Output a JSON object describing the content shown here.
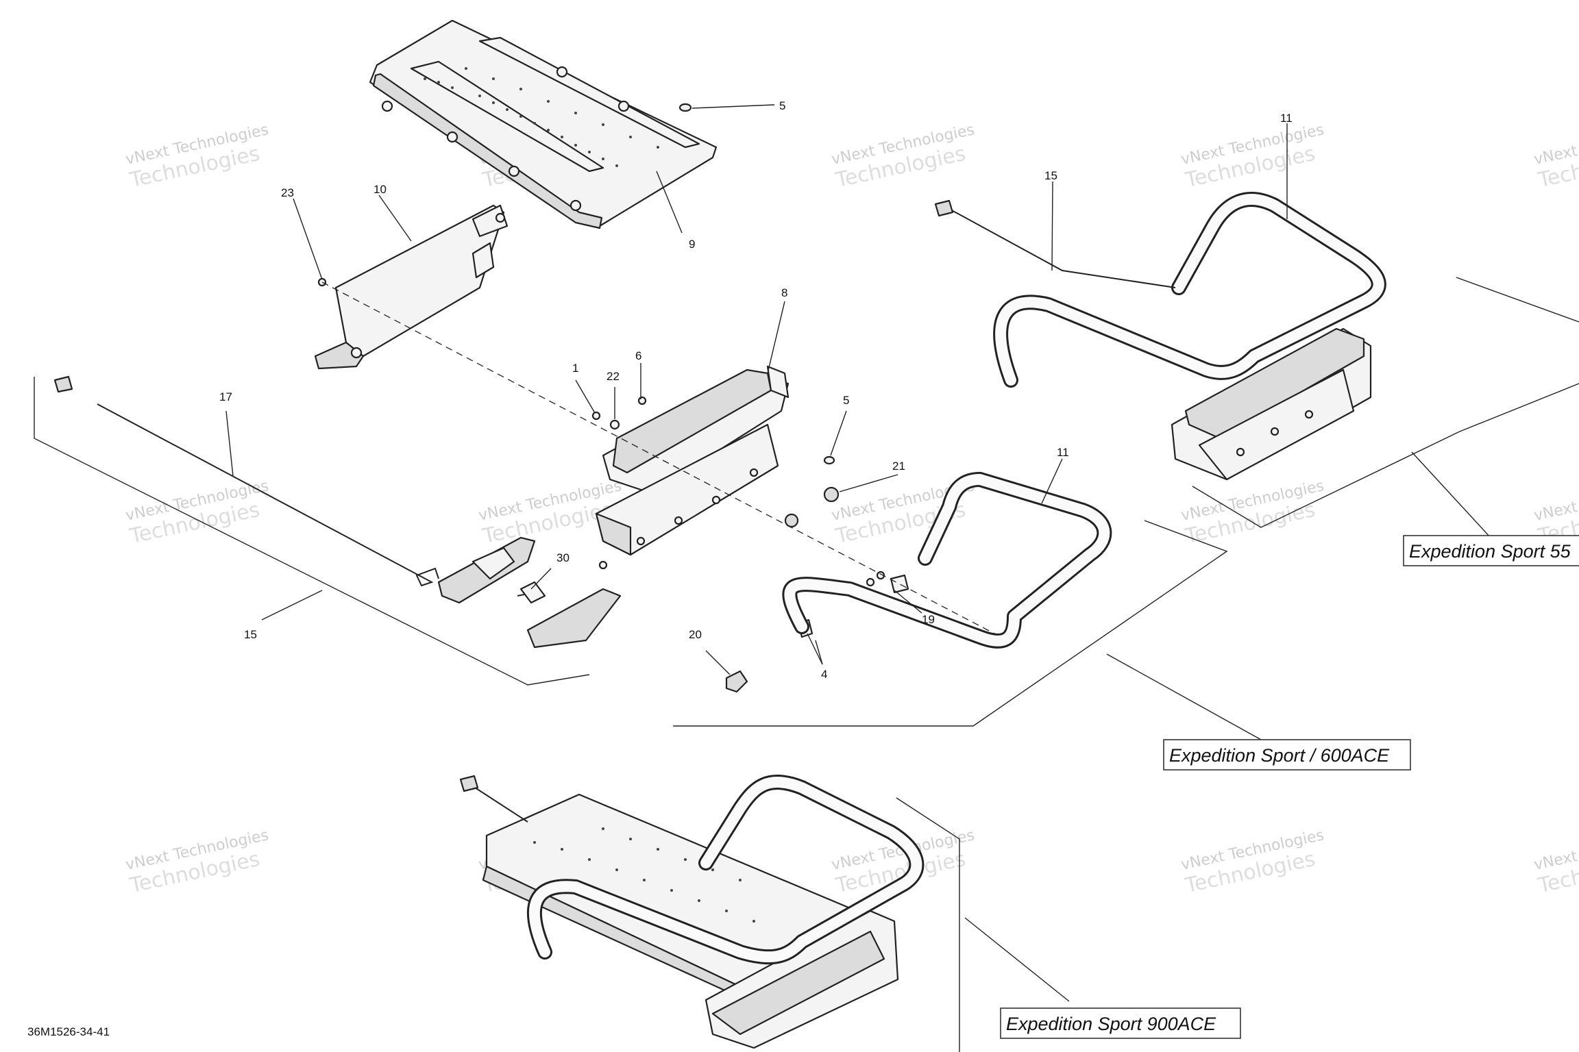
{
  "callouts": [
    "5",
    "11",
    "15",
    "23",
    "10",
    "9",
    "8",
    "6",
    "1",
    "22",
    "17",
    "5",
    "21",
    "11",
    "30",
    "19",
    "15",
    "20",
    "4"
  ],
  "variant_labels": [
    "Expedition Sport 55",
    "Expedition Sport / 600ACE",
    "Expedition Sport 900ACE"
  ],
  "drawing_code": "36M1526-34-41",
  "watermark": {
    "line1": "vNext Technologies",
    "line2": "Technologies",
    "line3": "vNext"
  }
}
